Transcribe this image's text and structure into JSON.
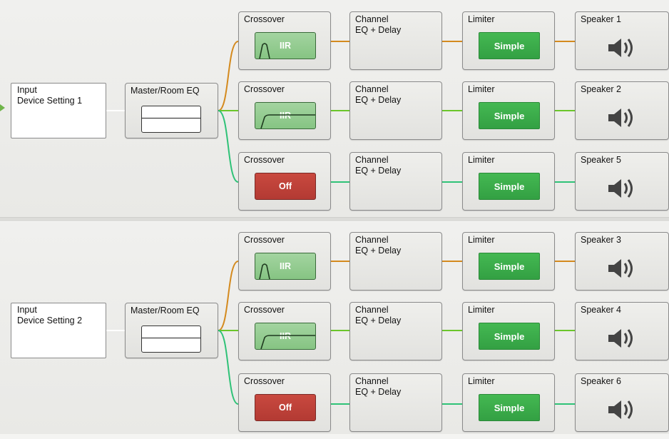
{
  "colors": {
    "wire_orange": "#d48a1e",
    "wire_lime": "#6bc62b",
    "wire_teal": "#2fc277",
    "simple_green": "#3aa849",
    "off_red": "#c2443c",
    "iir_green": "#94cc91"
  },
  "groups": [
    {
      "input": {
        "title": "Input\nDevice Setting 1"
      },
      "master_eq": {
        "title": "Master/Room EQ"
      },
      "channels": [
        {
          "crossover": {
            "title": "Crossover",
            "mode": "IIR",
            "icon": "lowpass-curve-icon"
          },
          "channel_eq": {
            "title": "Channel\nEQ + Delay"
          },
          "limiter": {
            "title": "Limiter",
            "mode": "Simple"
          },
          "speaker": {
            "title": "Speaker 1"
          }
        },
        {
          "crossover": {
            "title": "Crossover",
            "mode": "IIR",
            "icon": "highpass-curve-icon"
          },
          "channel_eq": {
            "title": "Channel\nEQ + Delay"
          },
          "limiter": {
            "title": "Limiter",
            "mode": "Simple"
          },
          "speaker": {
            "title": "Speaker 2"
          }
        },
        {
          "crossover": {
            "title": "Crossover",
            "mode": "Off"
          },
          "channel_eq": {
            "title": "Channel\nEQ + Delay"
          },
          "limiter": {
            "title": "Limiter",
            "mode": "Simple"
          },
          "speaker": {
            "title": "Speaker 5"
          }
        }
      ]
    },
    {
      "input": {
        "title": "Input\nDevice Setting 2"
      },
      "master_eq": {
        "title": "Master/Room EQ"
      },
      "channels": [
        {
          "crossover": {
            "title": "Crossover",
            "mode": "IIR",
            "icon": "lowpass-curve-icon"
          },
          "channel_eq": {
            "title": "Channel\nEQ + Delay"
          },
          "limiter": {
            "title": "Limiter",
            "mode": "Simple"
          },
          "speaker": {
            "title": "Speaker 3"
          }
        },
        {
          "crossover": {
            "title": "Crossover",
            "mode": "IIR",
            "icon": "highpass-curve-icon"
          },
          "channel_eq": {
            "title": "Channel\nEQ + Delay"
          },
          "limiter": {
            "title": "Limiter",
            "mode": "Simple"
          },
          "speaker": {
            "title": "Speaker 4"
          }
        },
        {
          "crossover": {
            "title": "Crossover",
            "mode": "Off"
          },
          "channel_eq": {
            "title": "Channel\nEQ + Delay"
          },
          "limiter": {
            "title": "Limiter",
            "mode": "Simple"
          },
          "speaker": {
            "title": "Speaker 6"
          }
        }
      ]
    }
  ]
}
